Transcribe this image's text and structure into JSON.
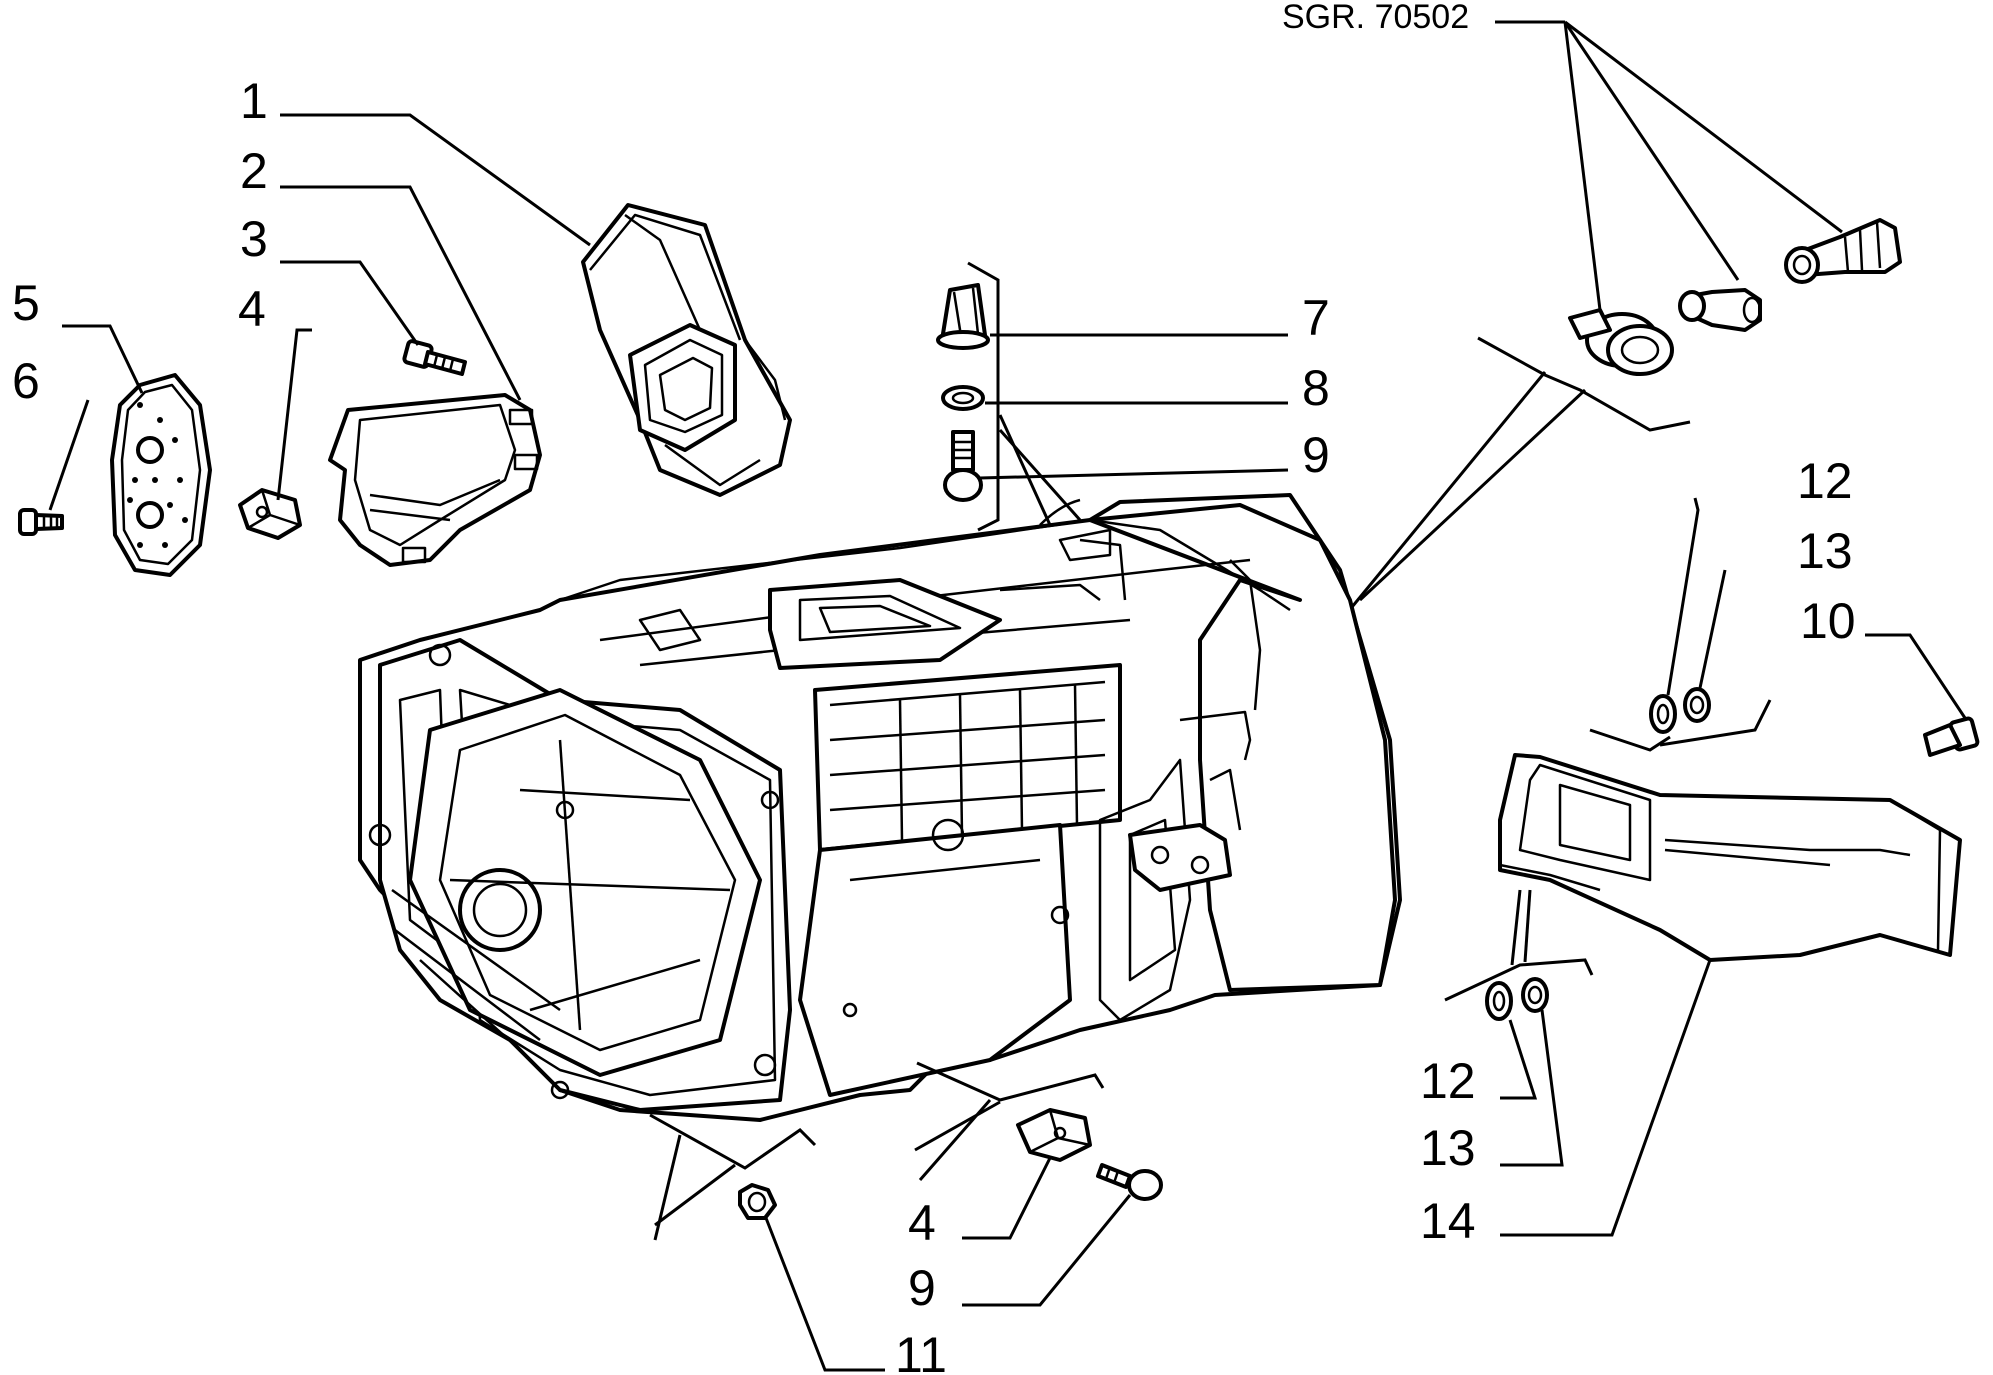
{
  "diagram": {
    "reference": "SGR. 70502",
    "callouts": [
      {
        "id": "c1",
        "label": "1"
      },
      {
        "id": "c2",
        "label": "2"
      },
      {
        "id": "c3",
        "label": "3"
      },
      {
        "id": "c4a",
        "label": "4"
      },
      {
        "id": "c5",
        "label": "5"
      },
      {
        "id": "c6",
        "label": "6"
      },
      {
        "id": "c7",
        "label": "7"
      },
      {
        "id": "c8",
        "label": "8"
      },
      {
        "id": "c9a",
        "label": "9"
      },
      {
        "id": "c10",
        "label": "10"
      },
      {
        "id": "c12a",
        "label": "12"
      },
      {
        "id": "c13a",
        "label": "13"
      },
      {
        "id": "c12b",
        "label": "12"
      },
      {
        "id": "c13b",
        "label": "13"
      },
      {
        "id": "c14",
        "label": "14"
      },
      {
        "id": "c4b",
        "label": "4"
      },
      {
        "id": "c9b",
        "label": "9"
      },
      {
        "id": "c11",
        "label": "11"
      }
    ]
  }
}
